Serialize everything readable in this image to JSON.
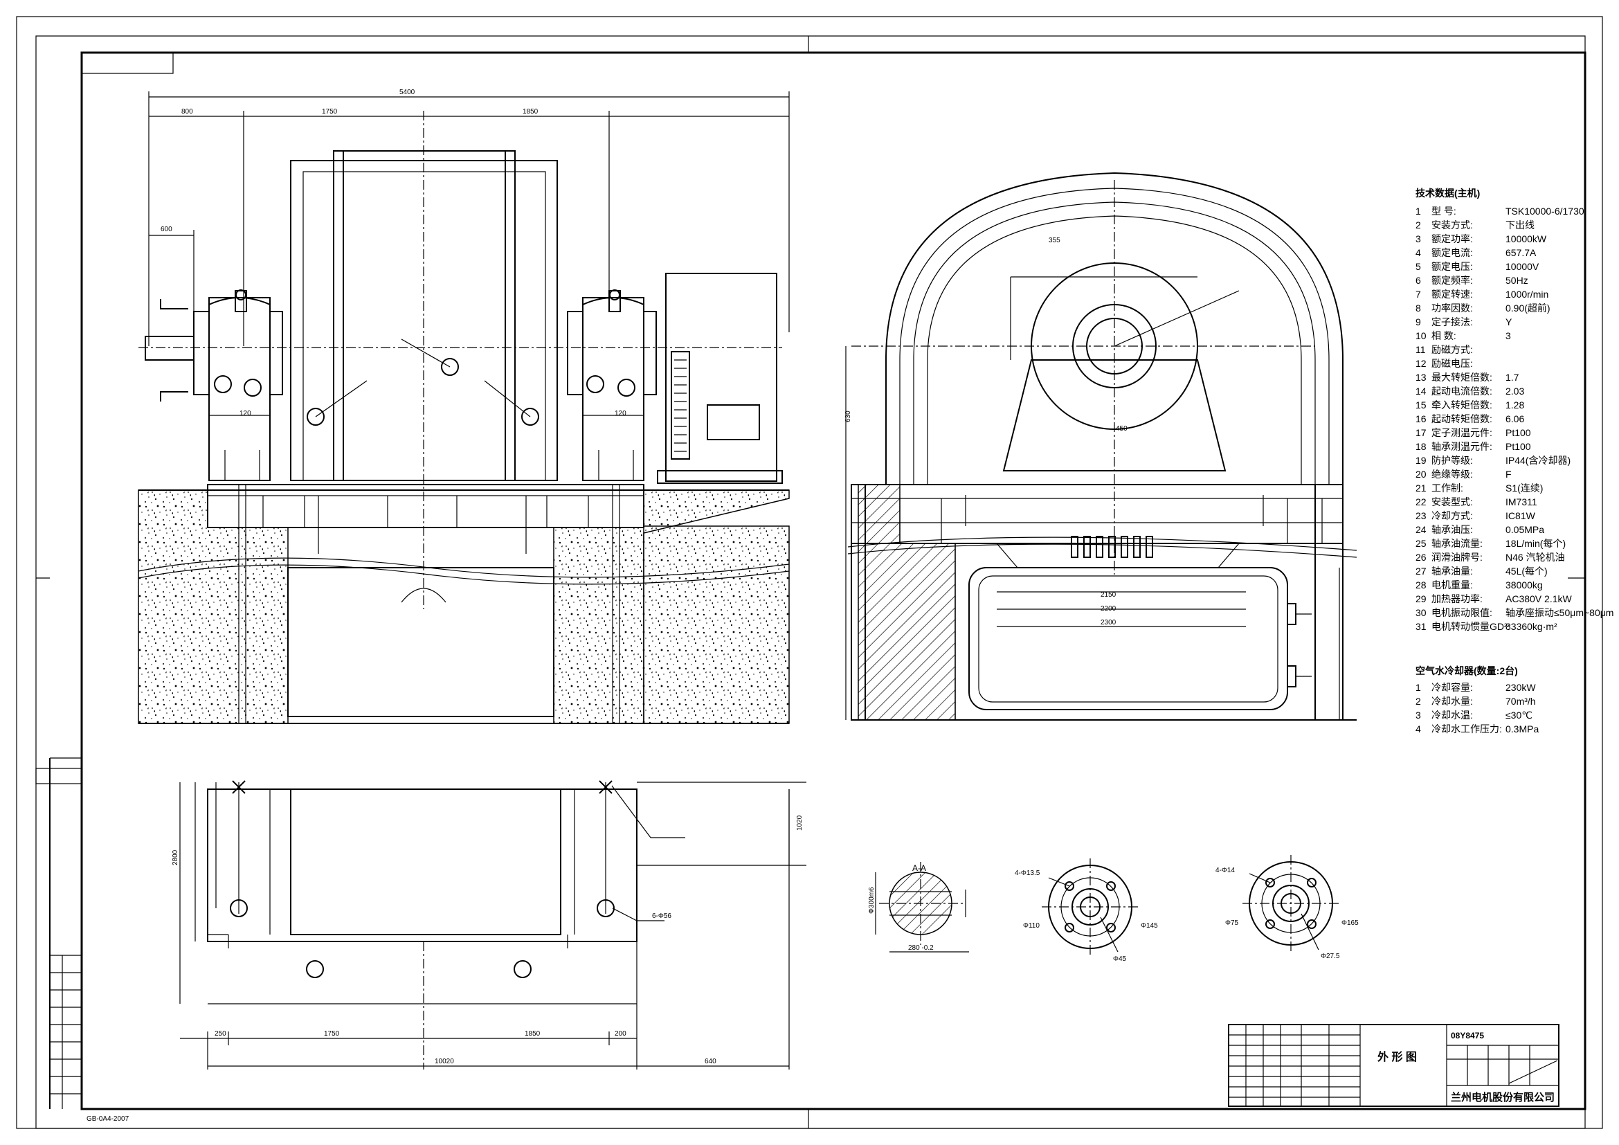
{
  "section_label": "A-A",
  "dims_front": {
    "overall": "5400",
    "d1": "800",
    "d2": "1750",
    "d3": "1850",
    "overhang": "600",
    "brg_left": "120",
    "brg_right": "120"
  },
  "spec_title": "技术数据(主机)",
  "specs": [
    {
      "n": "1",
      "k": "型  号:",
      "v": "TSK10000-6/1730"
    },
    {
      "n": "2",
      "k": "安装方式:",
      "v": "下出线"
    },
    {
      "n": "3",
      "k": "额定功率:",
      "v": "10000kW"
    },
    {
      "n": "4",
      "k": "额定电流:",
      "v": "657.7A"
    },
    {
      "n": "5",
      "k": "额定电压:",
      "v": "10000V"
    },
    {
      "n": "6",
      "k": "额定频率:",
      "v": "50Hz"
    },
    {
      "n": "7",
      "k": "额定转速:",
      "v": "1000r/min"
    },
    {
      "n": "8",
      "k": "功率因数:",
      "v": "0.90(超前)"
    },
    {
      "n": "9",
      "k": "定子接法:",
      "v": "Y"
    },
    {
      "n": "10",
      "k": "相  数:",
      "v": "3"
    },
    {
      "n": "11",
      "k": "励磁方式:",
      "v": ""
    },
    {
      "n": "12",
      "k": "励磁电压:",
      "v": ""
    },
    {
      "n": "13",
      "k": "最大转矩倍数:",
      "v": "1.7"
    },
    {
      "n": "14",
      "k": "起动电流倍数:",
      "v": "2.03"
    },
    {
      "n": "15",
      "k": "牵入转矩倍数:",
      "v": "1.28"
    },
    {
      "n": "16",
      "k": "起动转矩倍数:",
      "v": "6.06"
    },
    {
      "n": "17",
      "k": "定子测温元件:",
      "v": "Pt100"
    },
    {
      "n": "18",
      "k": "轴承测温元件:",
      "v": "Pt100"
    },
    {
      "n": "19",
      "k": "防护等级:",
      "v": "IP44(含冷却器)"
    },
    {
      "n": "20",
      "k": "绝缘等级:",
      "v": "F"
    },
    {
      "n": "21",
      "k": "工作制:",
      "v": "S1(连续)"
    },
    {
      "n": "22",
      "k": "安装型式:",
      "v": "IM7311"
    },
    {
      "n": "23",
      "k": "冷却方式:",
      "v": "IC81W"
    },
    {
      "n": "24",
      "k": "轴承油压:",
      "v": "0.05MPa"
    },
    {
      "n": "25",
      "k": "轴承油流量:",
      "v": "18L/min(每个)"
    },
    {
      "n": "26",
      "k": "润滑油牌号:",
      "v": "N46 汽轮机油"
    },
    {
      "n": "27",
      "k": "轴承油量:",
      "v": "45L(每个)"
    },
    {
      "n": "28",
      "k": "电机重量:",
      "v": "38000kg"
    },
    {
      "n": "29",
      "k": "加热器功率:",
      "v": "AC380V 2.1kW"
    },
    {
      "n": "30",
      "k": "电机振动限值:",
      "v": "轴承座振动≤50μm~80μm"
    },
    {
      "n": "31",
      "k": "电机转动惯量GD²:",
      "v": "83360kg·m²"
    }
  ],
  "cooler_title": "空气水冷却器(数量:2台)",
  "cooler_specs": [
    {
      "n": "1",
      "k": "冷却容量:",
      "v": "230kW"
    },
    {
      "n": "2",
      "k": "冷却水量:",
      "v": "70m³/h"
    },
    {
      "n": "3",
      "k": "冷却水温:",
      "v": "≤30℃"
    },
    {
      "n": "4",
      "k": "冷却水工作压力:",
      "v": "0.3MPa"
    }
  ],
  "title_block": {
    "drawing_no": "08Y8475",
    "drawing_name": "外 形 图",
    "company": "兰州电机股份有限公司"
  },
  "bottom_left_note": "GB-0A4-2007",
  "plan_dims": {
    "d250": "250",
    "d1750": "1750",
    "d1850": "1850",
    "d200": "200",
    "d10020": "10020",
    "d640": "640",
    "hole": "6-Φ56",
    "dim_1020": "1020",
    "dim_2800": "2800"
  },
  "end_view_dims": {
    "d355": "355",
    "d2150": "2150",
    "d2200": "2200",
    "d2300": "2300",
    "d450": "450",
    "d630": "630"
  },
  "flange1": {
    "holes": "4-Φ13.5",
    "od": "Φ110",
    "bolt": "Φ145",
    "id": "Φ45"
  },
  "flange2": {
    "holes": "4-Φ14",
    "od": "Φ75",
    "bolt": "Φ165",
    "id": "Φ27.5"
  },
  "shaft": {
    "dia": "Φ300m6",
    "key": "280 -0.2"
  }
}
